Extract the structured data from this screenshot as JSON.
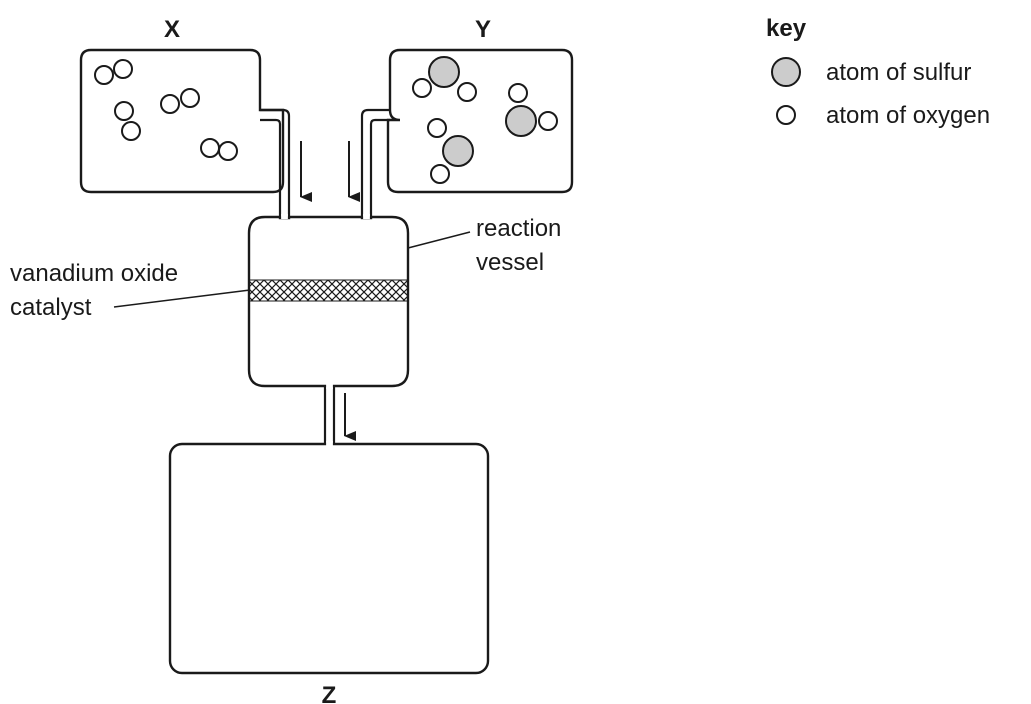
{
  "containers": {
    "x_label": "X",
    "y_label": "Y",
    "z_label": "Z"
  },
  "labels": {
    "reaction_vessel_line1": "reaction",
    "reaction_vessel_line2": "vessel",
    "catalyst_line1": "vanadium oxide",
    "catalyst_line2": "catalyst"
  },
  "key": {
    "title": "key",
    "sulfur": "atom of sulfur",
    "oxygen": "atom of oxygen"
  },
  "colors": {
    "sulfur_fill": "#cccccc",
    "oxygen_fill": "#ffffff",
    "line": "#1a1a1a"
  }
}
